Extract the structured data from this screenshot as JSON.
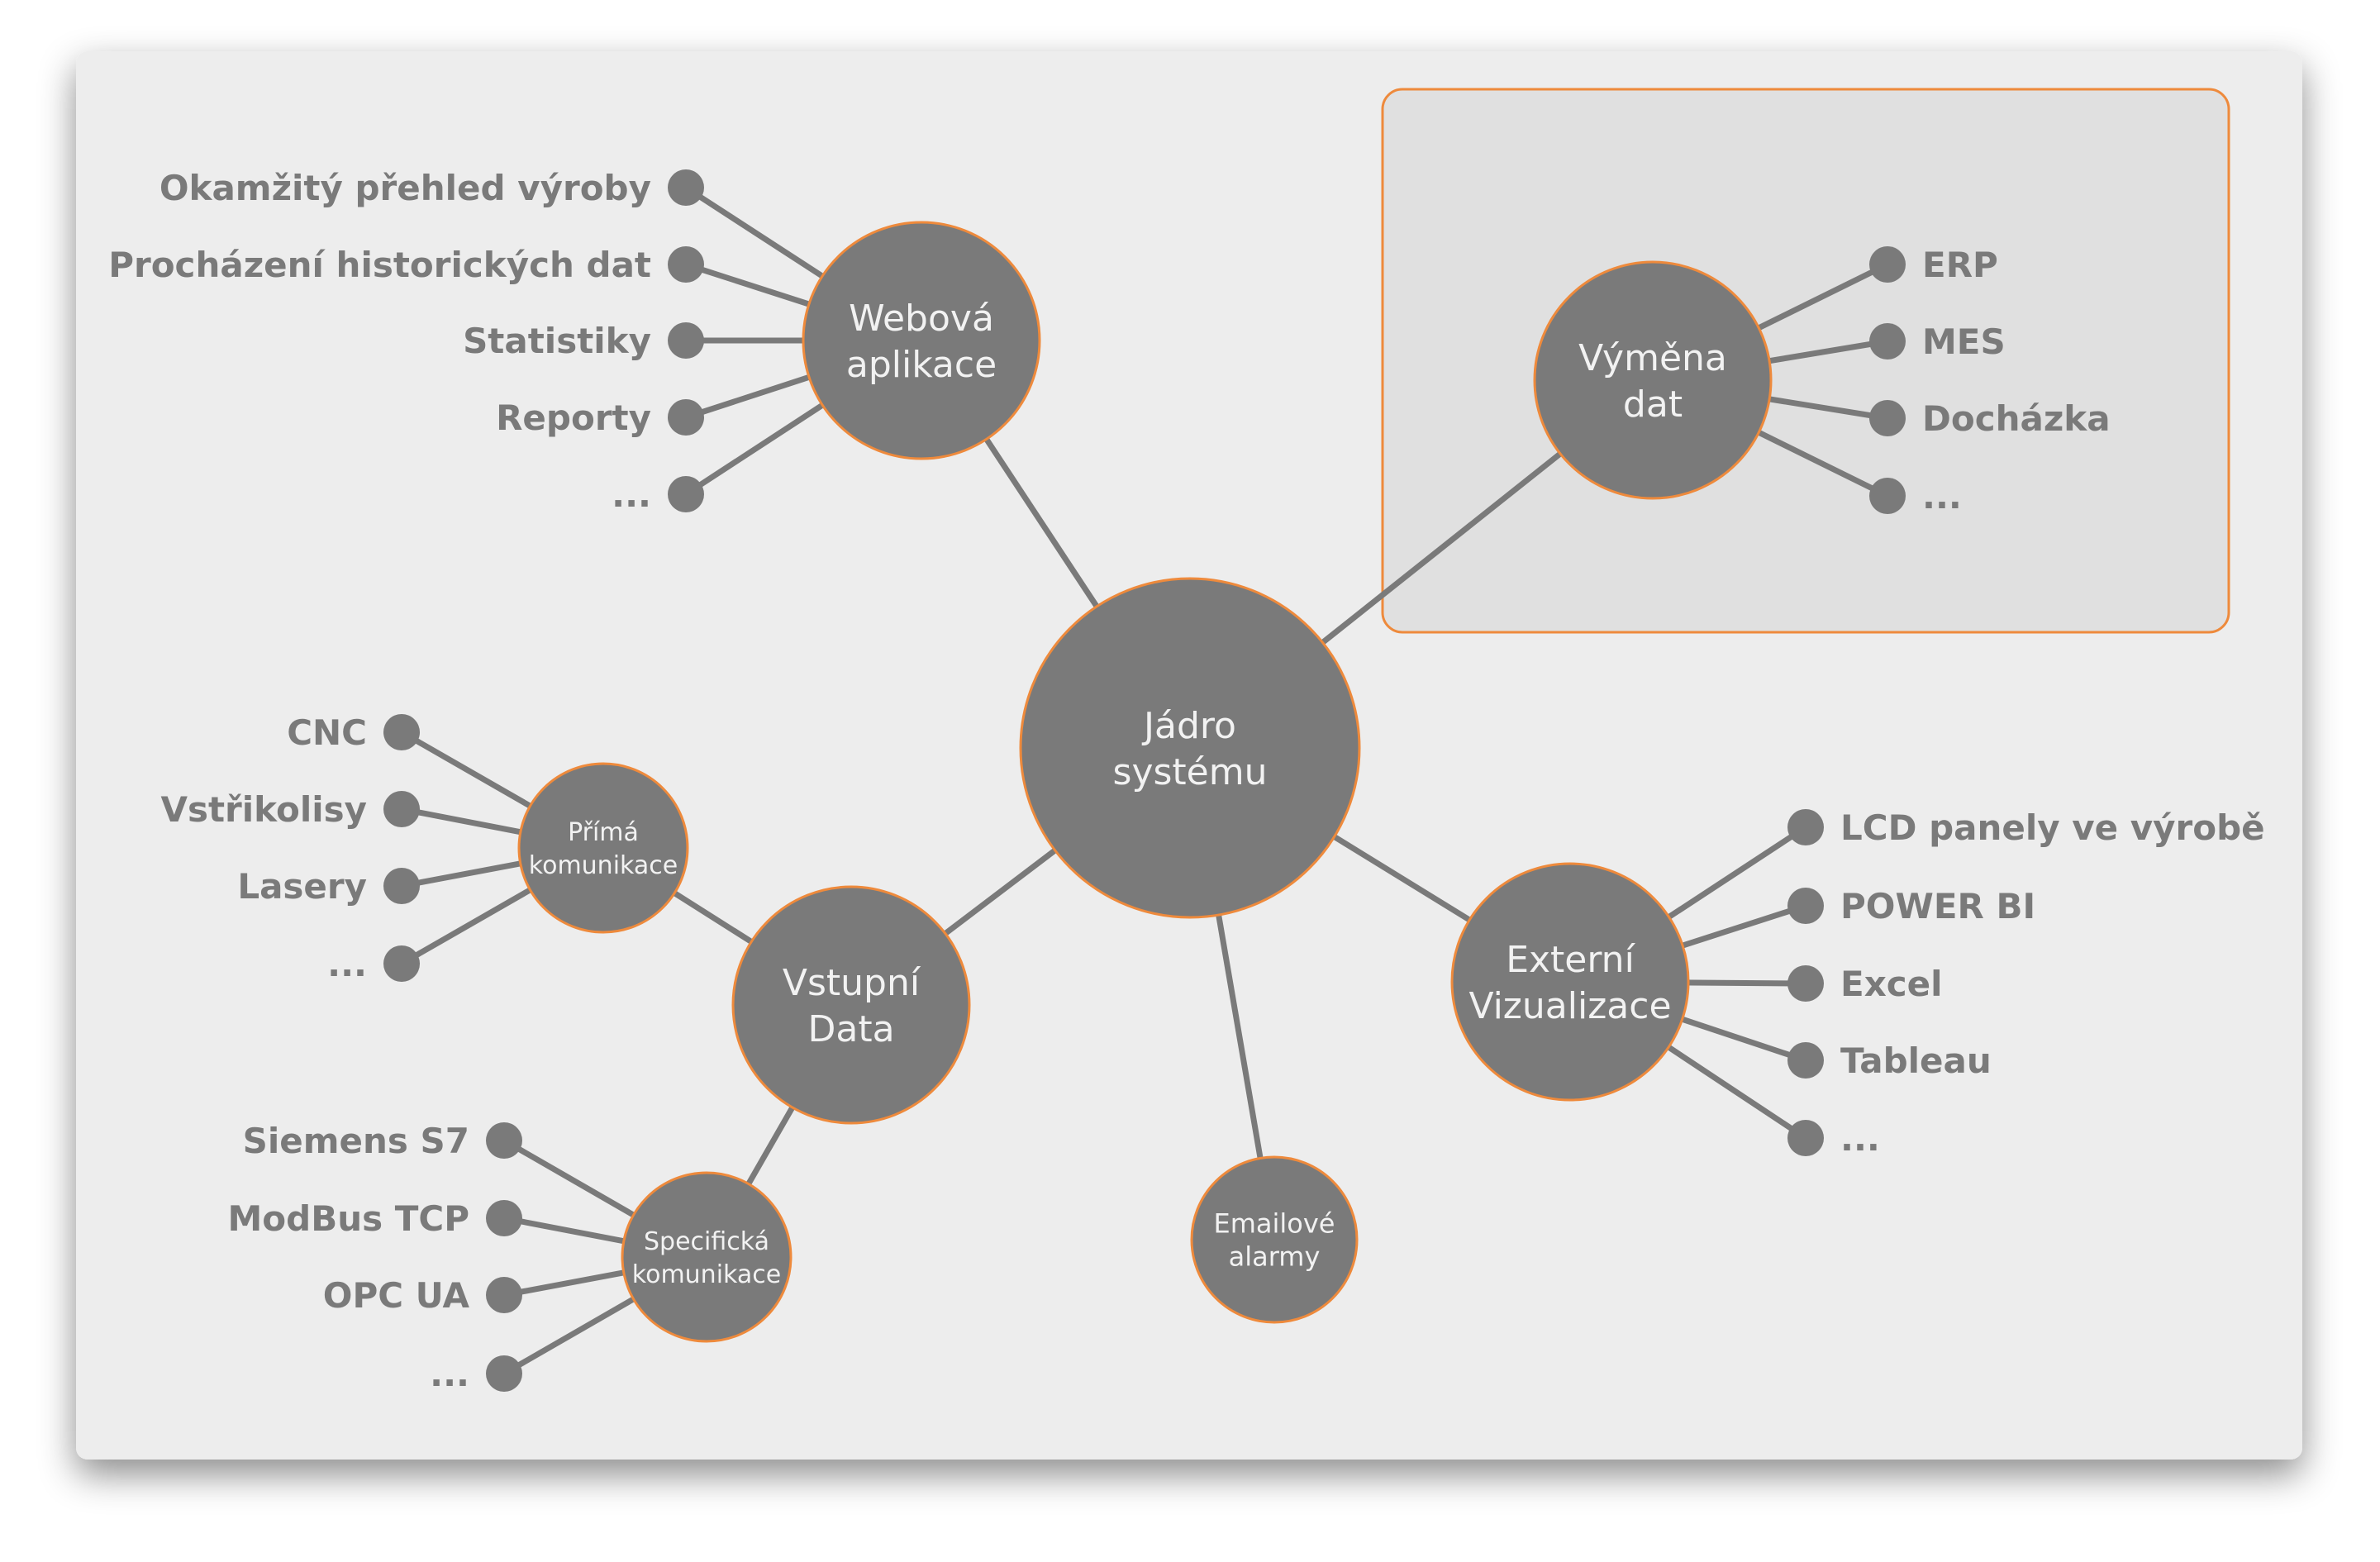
{
  "diagram": {
    "colors": {
      "card": "#ededed",
      "highlight_fill": "#e0e0e0",
      "accent": "#ee8a3c",
      "node": "#7a7a7a",
      "node_text": "#f2f2f2",
      "leaf_text": "#7a7a7a"
    },
    "nodes": {
      "core": {
        "lines": [
          "Jádro",
          "systému"
        ]
      },
      "web": {
        "lines": [
          "Webová",
          "aplikace"
        ]
      },
      "exchange": {
        "lines": [
          "Výměna",
          "dat"
        ]
      },
      "external": {
        "lines": [
          "Externí",
          "Vizualizace"
        ]
      },
      "input": {
        "lines": [
          "Vstupní",
          "Data"
        ]
      },
      "email": {
        "lines": [
          "Emailové",
          "alarmy"
        ]
      },
      "direct": {
        "lines": [
          "Přímá",
          "komunikace"
        ]
      },
      "specific": {
        "lines": [
          "Specifická",
          "komunikace"
        ]
      }
    },
    "leaves": {
      "web": [
        "Okamžitý přehled výroby",
        "Procházení historických dat",
        "Statistiky",
        "Reporty",
        "..."
      ],
      "exchange": [
        "ERP",
        "MES",
        "Docházka",
        "..."
      ],
      "external": [
        "LCD panely ve výrobě",
        "POWER BI",
        "Excel",
        "Tableau",
        "..."
      ],
      "direct": [
        "CNC",
        "Vstřikolisy",
        "Lasery",
        "..."
      ],
      "specific": [
        "Siemens S7",
        "ModBus TCP",
        "OPC UA",
        "..."
      ]
    }
  }
}
